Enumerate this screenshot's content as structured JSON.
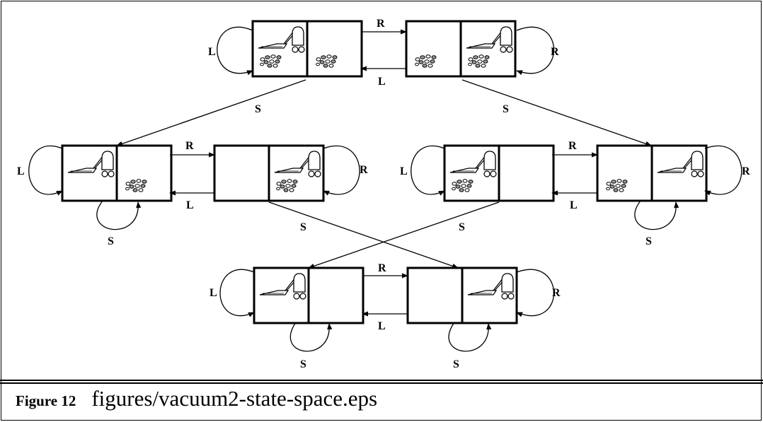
{
  "labels": {
    "right": "R",
    "left": "L",
    "suck": "S"
  },
  "caption": {
    "figure": "Figure 12",
    "path": "figures/vacuum2-state-space.eps"
  },
  "states": [
    {
      "id": 1,
      "vacuum": "left",
      "dirt": [
        true,
        true
      ]
    },
    {
      "id": 2,
      "vacuum": "right",
      "dirt": [
        true,
        true
      ]
    },
    {
      "id": 3,
      "vacuum": "left",
      "dirt": [
        false,
        true
      ]
    },
    {
      "id": 4,
      "vacuum": "right",
      "dirt": [
        false,
        true
      ]
    },
    {
      "id": 5,
      "vacuum": "left",
      "dirt": [
        true,
        false
      ]
    },
    {
      "id": 6,
      "vacuum": "right",
      "dirt": [
        true,
        false
      ]
    },
    {
      "id": 7,
      "vacuum": "left",
      "dirt": [
        false,
        false
      ]
    },
    {
      "id": 8,
      "vacuum": "right",
      "dirt": [
        false,
        false
      ]
    }
  ],
  "transitions": [
    {
      "from": 1,
      "to": 2,
      "action": "R"
    },
    {
      "from": 2,
      "to": 1,
      "action": "L"
    },
    {
      "from": 1,
      "to": 1,
      "action": "L"
    },
    {
      "from": 2,
      "to": 2,
      "action": "R"
    },
    {
      "from": 1,
      "to": 3,
      "action": "S"
    },
    {
      "from": 2,
      "to": 6,
      "action": "S"
    },
    {
      "from": 3,
      "to": 4,
      "action": "R"
    },
    {
      "from": 4,
      "to": 3,
      "action": "L"
    },
    {
      "from": 3,
      "to": 3,
      "action": "L"
    },
    {
      "from": 4,
      "to": 4,
      "action": "R"
    },
    {
      "from": 3,
      "to": 3,
      "action": "S"
    },
    {
      "from": 4,
      "to": 8,
      "action": "S"
    },
    {
      "from": 5,
      "to": 6,
      "action": "R"
    },
    {
      "from": 6,
      "to": 5,
      "action": "L"
    },
    {
      "from": 5,
      "to": 5,
      "action": "L"
    },
    {
      "from": 6,
      "to": 6,
      "action": "R"
    },
    {
      "from": 5,
      "to": 7,
      "action": "S"
    },
    {
      "from": 6,
      "to": 6,
      "action": "S"
    },
    {
      "from": 7,
      "to": 8,
      "action": "R"
    },
    {
      "from": 8,
      "to": 7,
      "action": "L"
    },
    {
      "from": 7,
      "to": 7,
      "action": "L"
    },
    {
      "from": 8,
      "to": 8,
      "action": "R"
    },
    {
      "from": 7,
      "to": 7,
      "action": "S"
    },
    {
      "from": 8,
      "to": 8,
      "action": "S"
    }
  ]
}
